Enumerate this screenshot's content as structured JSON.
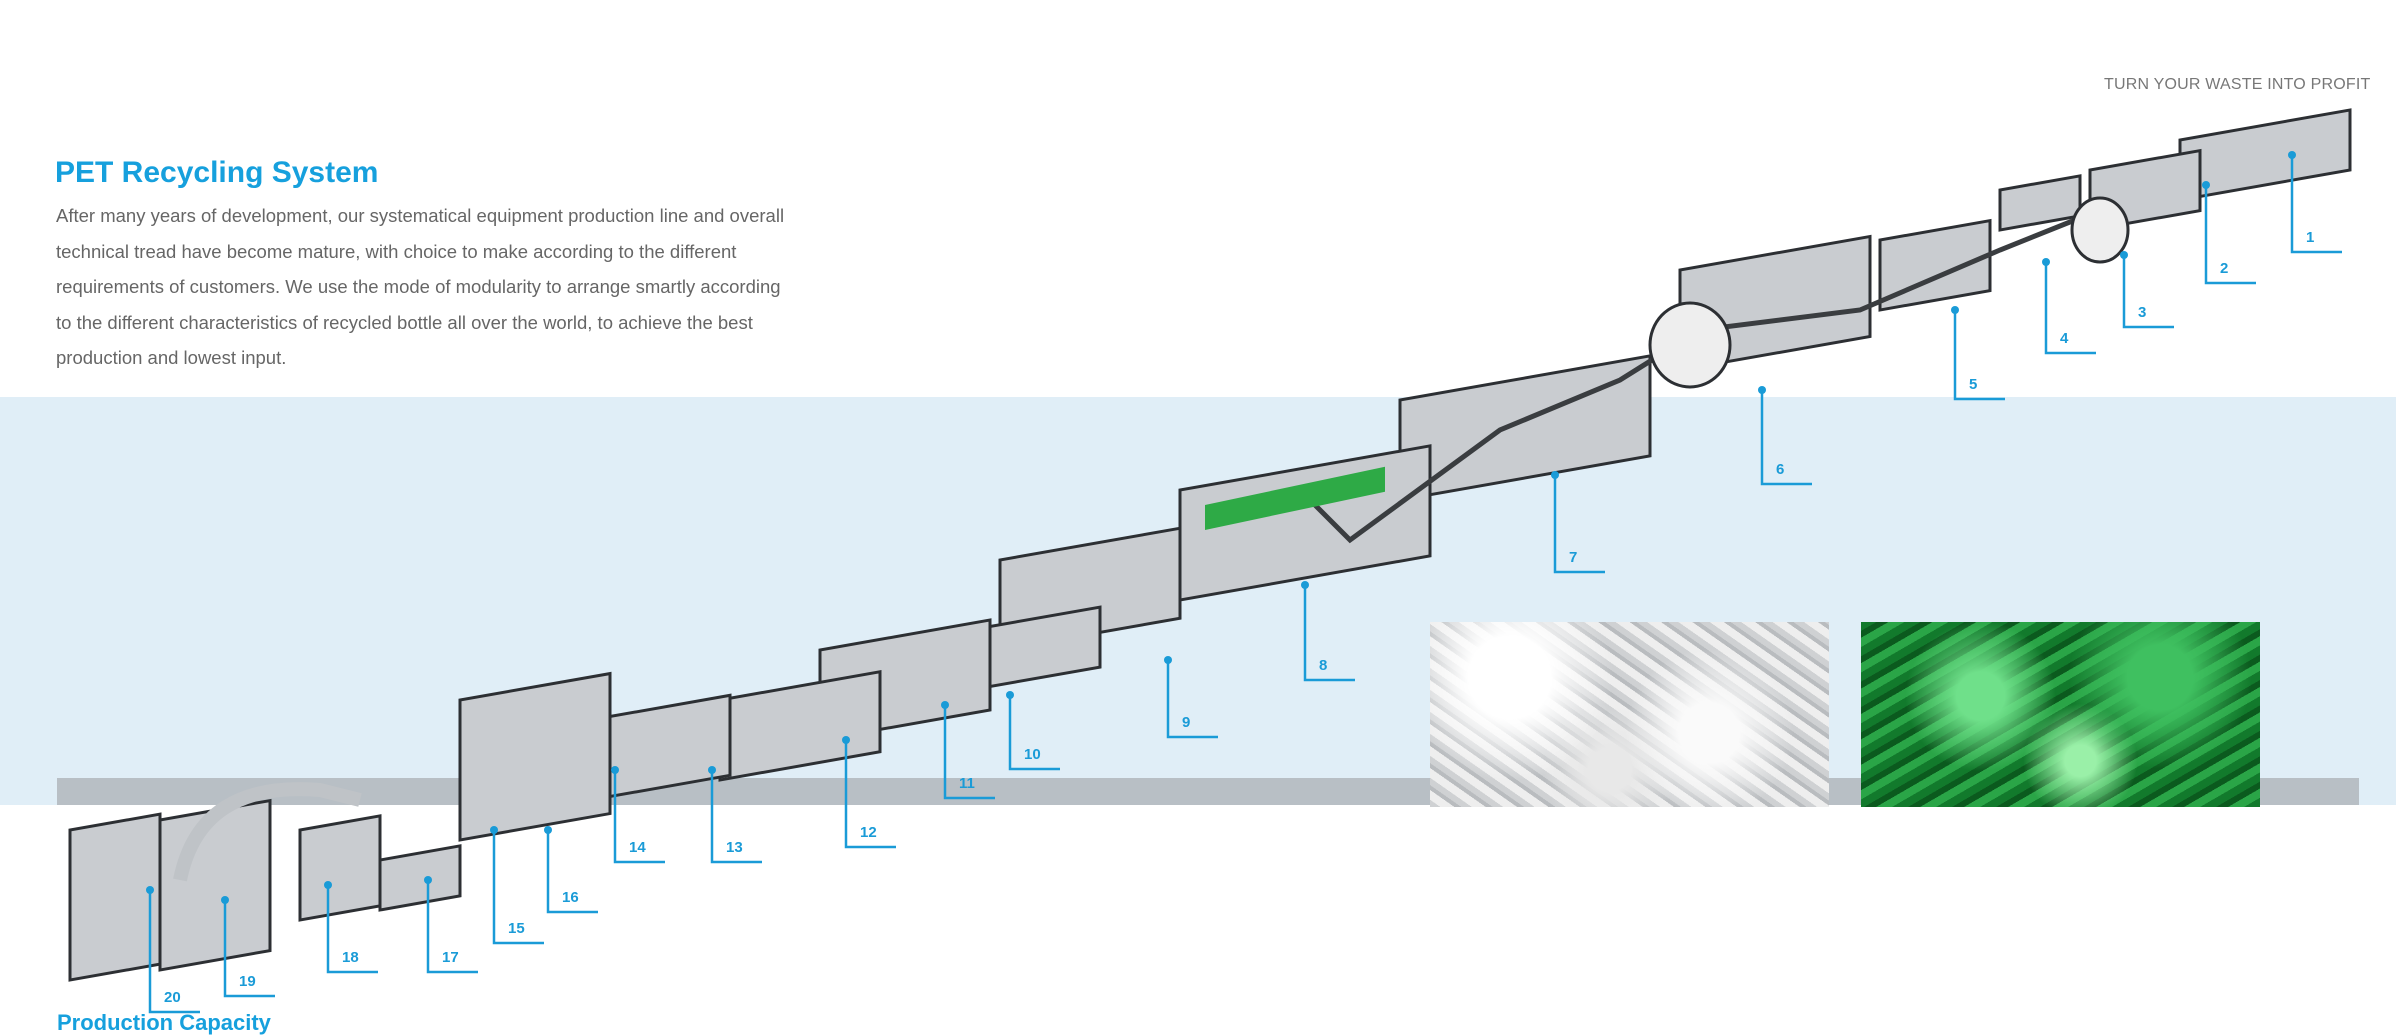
{
  "header": {
    "tagline": "TURN YOUR WASTE INTO PROFIT",
    "title": "PET Recycling System",
    "description": "After many years of development, our systematical equipment production line and overall technical tread have become mature, with choice to make according to the different requirements of customers. We use the mode of modularity to arrange smartly according to the different characteristics of recycled bottle all over the world, to achieve the best production and lowest input."
  },
  "equipment_labels": [
    "1",
    "2",
    "3",
    "4",
    "5",
    "6",
    "7",
    "8",
    "9",
    "10",
    "11",
    "12",
    "13",
    "14",
    "15",
    "16",
    "17",
    "18",
    "19",
    "20"
  ],
  "photos": [
    {
      "name": "white-pet-flakes"
    },
    {
      "name": "green-pet-flakes"
    }
  ],
  "footer": {
    "heading": "Production Capacity"
  },
  "colors": {
    "accent": "#16a0dd",
    "band": "#e0eef7",
    "floor": "#b8bfc5"
  }
}
